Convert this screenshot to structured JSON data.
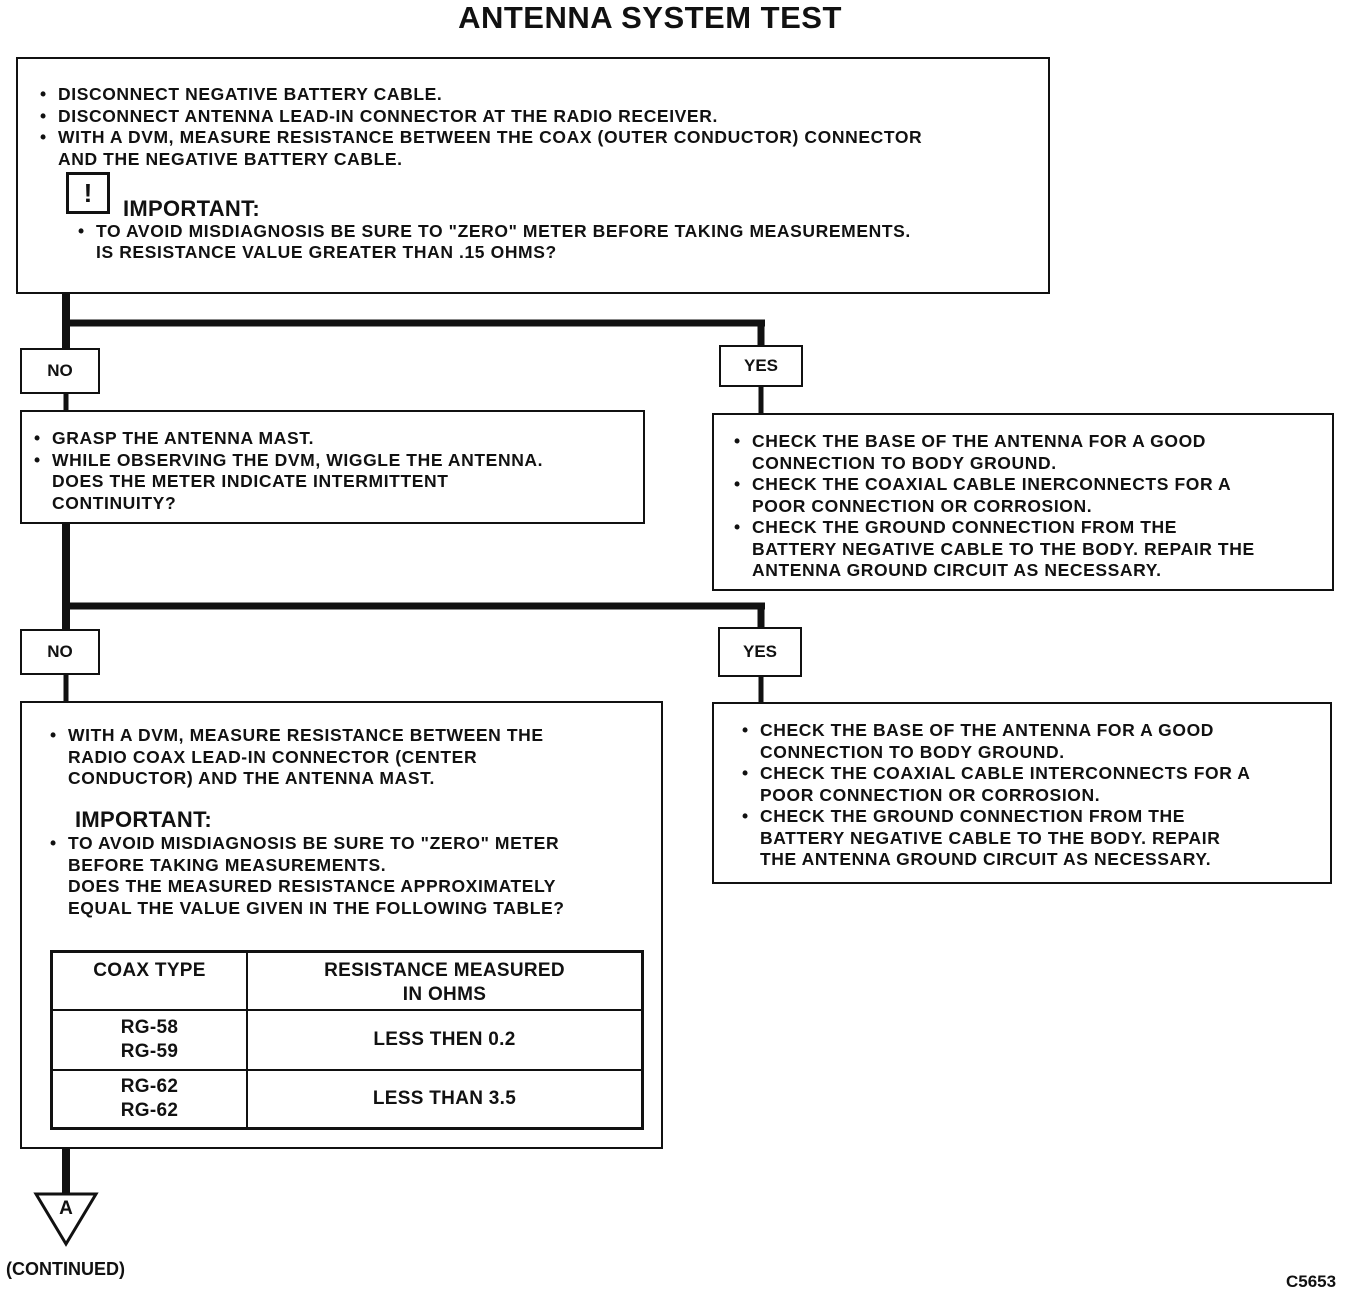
{
  "title": "ANTENNA SYSTEM TEST",
  "step1": {
    "bullets": [
      "DISCONNECT NEGATIVE BATTERY CABLE.",
      "DISCONNECT ANTENNA LEAD-IN CONNECTOR AT THE RADIO RECEIVER.",
      "WITH A DVM, MEASURE RESISTANCE BETWEEN THE COAX (OUTER CONDUCTOR) CONNECTOR\nAND THE NEGATIVE BATTERY CABLE."
    ],
    "important_label": "IMPORTANT:",
    "important_bullet": "TO AVOID MISDIAGNOSIS BE SURE TO \"ZERO\" METER BEFORE TAKING MEASUREMENTS.",
    "question": "IS RESISTANCE VALUE GREATER THAN .15 OHMS?"
  },
  "branch1": {
    "no": "NO",
    "yes": "YES"
  },
  "step2_no": {
    "bullets": [
      "GRASP THE ANTENNA MAST.",
      "WHILE OBSERVING THE DVM, WIGGLE THE ANTENNA.\nDOES THE METER INDICATE INTERMITTENT\nCONTINUITY?"
    ]
  },
  "step2_yes": {
    "bullets": [
      "CHECK THE BASE OF THE ANTENNA FOR A GOOD\nCONNECTION TO BODY GROUND.",
      "CHECK THE COAXIAL CABLE INERCONNECTS FOR A\nPOOR CONNECTION OR CORROSION.",
      "CHECK THE GROUND CONNECTION FROM THE\nBATTERY NEGATIVE CABLE TO THE BODY. REPAIR THE\nANTENNA GROUND CIRCUIT AS NECESSARY."
    ]
  },
  "branch2": {
    "no": "NO",
    "yes": "YES"
  },
  "step3_no": {
    "bullets": [
      "WITH A DVM, MEASURE RESISTANCE BETWEEN THE\nRADIO COAX LEAD-IN CONNECTOR (CENTER\nCONDUCTOR) AND THE ANTENNA MAST."
    ],
    "important_label": "IMPORTANT:",
    "important_bullet": "TO AVOID MISDIAGNOSIS BE SURE TO \"ZERO\" METER\nBEFORE TAKING MEASUREMENTS.\nDOES THE MEASURED RESISTANCE APPROXIMATELY\nEQUAL THE VALUE GIVEN IN THE FOLLOWING TABLE?",
    "table": {
      "headers": [
        "COAX TYPE",
        "RESISTANCE MEASURED\nIN OHMS"
      ],
      "rows": [
        [
          "RG-58\nRG-59",
          "LESS THEN 0.2"
        ],
        [
          "RG-62\nRG-62",
          "LESS THAN 3.5"
        ]
      ]
    }
  },
  "step3_yes": {
    "bullets": [
      "CHECK THE BASE OF THE ANTENNA FOR A GOOD\nCONNECTION TO BODY GROUND.",
      "CHECK THE COAXIAL CABLE INTERCONNECTS FOR A\nPOOR CONNECTION OR CORROSION.",
      "CHECK THE GROUND CONNECTION FROM THE\nBATTERY NEGATIVE CABLE TO THE BODY. REPAIR\nTHE ANTENNA GROUND CIRCUIT AS NECESSARY."
    ]
  },
  "connector": {
    "letter": "A",
    "caption": "(CONTINUED)"
  },
  "figure_id": "C5653",
  "icons": {
    "important": "exclamation-warning-icon"
  },
  "colors": {
    "ink": "#111111",
    "background": "#ffffff"
  }
}
